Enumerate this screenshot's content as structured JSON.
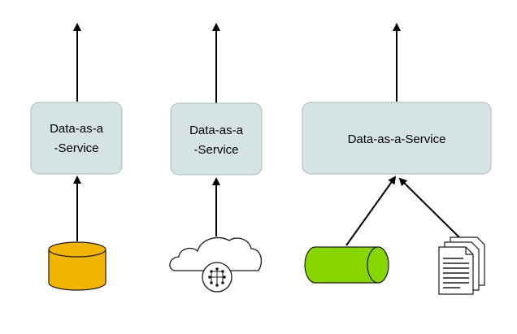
{
  "diagram": {
    "colors": {
      "box_fill": "#d5e3e5",
      "box_stroke": "#a9b9bc",
      "arrow": "#000000",
      "database_fill": "#f1b400",
      "pipe_fill": "#88d600",
      "outline": "#1a1a1a"
    },
    "services": [
      {
        "label_line1": "Data-as-a",
        "label_line2": "-Service"
      },
      {
        "label_line1": "Data-as-a",
        "label_line2": "-Service"
      },
      {
        "label": "Data-as-a-Service"
      }
    ],
    "sources": [
      {
        "icon": "database-icon"
      },
      {
        "icon": "cloud-network-icon"
      },
      {
        "icon": "pipe-icon"
      },
      {
        "icon": "documents-icon"
      }
    ]
  }
}
